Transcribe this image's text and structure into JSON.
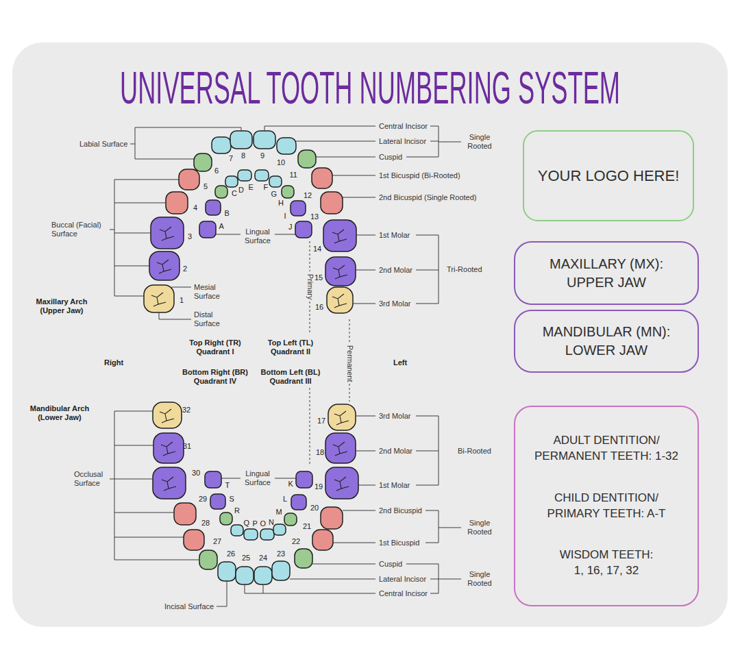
{
  "diagram": {
    "title": "UNIVERSAL TOOTH NUMBERING SYSTEM",
    "nodes": [
      {
        "text": [
          "YOUR LOGO HERE!"
        ]
      },
      {
        "text": [
          "MAXILLARY (MX): UPPER JAW"
        ]
      },
      {
        "text": [
          "MANDIBULAR (MN): LOWER JAW"
        ]
      },
      {
        "text": [
          "ADULT DENTITION/ PERMANENT TEETH: 1-32",
          "CHILD DENTITION/ PRIMARY TEETH: A-T",
          "WISDOM TEETH: 1, 16, 17, 32"
        ]
      }
    ],
    "labels": [
      "Labial Surface",
      "Central Incisor",
      "Lateral Incisor",
      "Cuspid",
      "Single Rooted",
      "7",
      "8",
      "9",
      "10",
      "6",
      "11",
      "1st Bicuspid (Bi-Rooted)",
      "5",
      "D",
      "E",
      "F",
      "G",
      "C",
      "12",
      "2nd Bicuspid (Single Rooted)",
      "H",
      "4",
      "B",
      "I",
      "13",
      "Buccal (Facial) Surface",
      "A",
      "J",
      "Lingual Surface",
      "3",
      "1st Molar",
      "14",
      "2",
      "15",
      "2nd Molar",
      "Tri-Rooted",
      "Primary",
      "Mesial Surface",
      "1",
      "16",
      "3rd Molar",
      "Maxillary Arch (Upper Jaw)",
      "Distal Surface",
      "Top Right (TR) Quadrant I",
      "Top Left (TL) Quadrant II",
      "Right",
      "Permanent",
      "Left",
      "Bottom Right (BR) Quadrant IV",
      "Bottom Left (BL) Quadrant III",
      "Mandibular Arch (Lower Jaw)",
      "32",
      "17",
      "3rd Molar",
      "31",
      "18",
      "2nd Molar",
      "Bi-Rooted",
      "30",
      "Occlusal Surface",
      "Lingual Surface",
      "T",
      "K",
      "19",
      "1st Molar",
      "S",
      "L",
      "29",
      "20",
      "R",
      "M",
      "2nd Bicuspid",
      "Q",
      "P",
      "O",
      "N",
      "28",
      "21",
      "Single Rooted",
      "27",
      "22",
      "1st Bicuspid",
      "26",
      "23",
      "25",
      "24",
      "Cuspid",
      "Lateral Incisor",
      "Single Rooted",
      "Central Incisor",
      "Incisal Surface"
    ]
  }
}
